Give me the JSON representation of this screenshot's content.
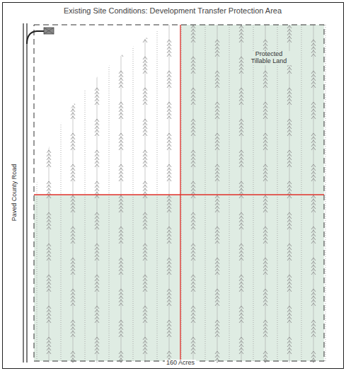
{
  "diagram": {
    "title": "Existing Site Conditions: Development Transfer Protection Area",
    "labels": [
      "Paved County Road",
      "Protected Tillable Land",
      "160 Acres"
    ]
  }
}
